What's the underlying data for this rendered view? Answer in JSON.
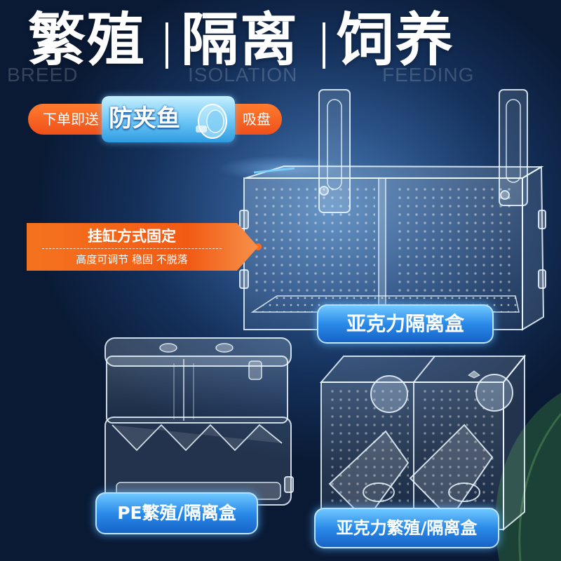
{
  "header": {
    "words": [
      "繁殖",
      "隔离",
      "饲养"
    ],
    "english": [
      "BREED",
      "ISOLATION",
      "FEEDING"
    ]
  },
  "promo": {
    "prefix": "下单即送",
    "highlight": "防夹鱼",
    "suffix": "吸盘",
    "icon": "suction-cup-icon"
  },
  "feature": {
    "title": "挂缸方式固定",
    "subtitle": "高度可调节 稳固 不脱落"
  },
  "products": [
    {
      "label": "亚克力隔离盒"
    },
    {
      "label": "PE繁殖/隔离盒"
    },
    {
      "label": "亚克力繁殖/隔离盒"
    }
  ],
  "colors": {
    "background": "#14305a",
    "accent_orange": "#f25a14",
    "label_blue": "#2a8ae8",
    "text": "#ffffff"
  }
}
